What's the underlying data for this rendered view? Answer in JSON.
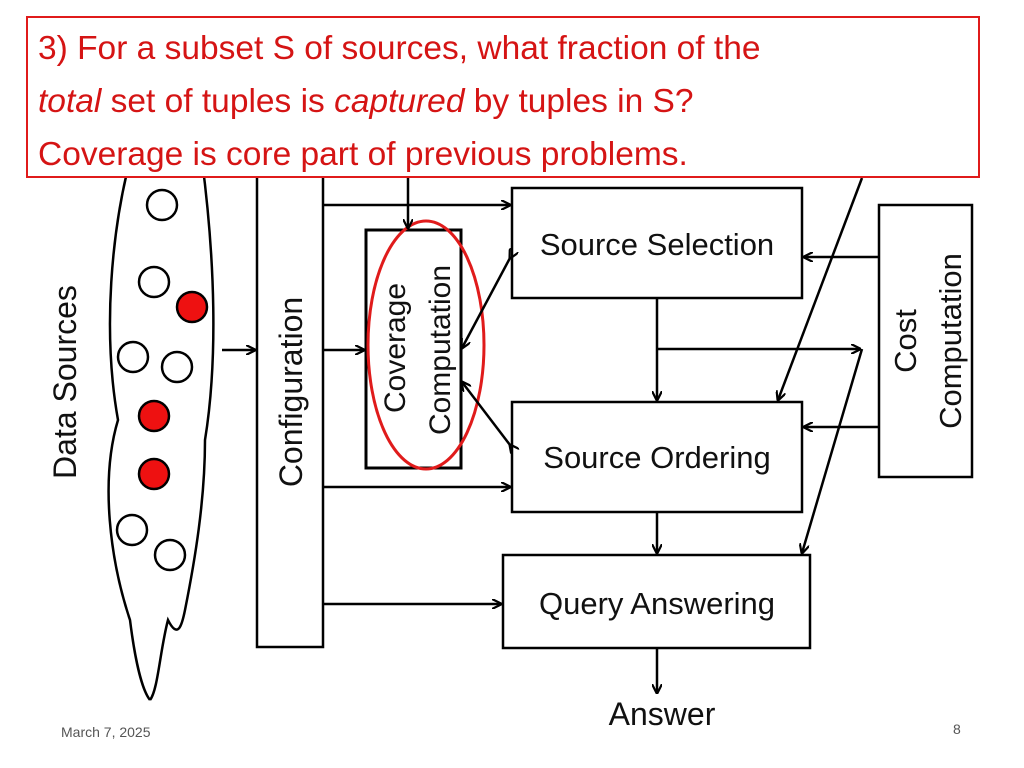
{
  "callout": {
    "line1": "3) For a subset S of sources, what fraction of the",
    "line2_italic1": "total",
    "line2_mid": " set of tuples is ",
    "line2_italic2": "captured",
    "line2_end": " by tuples in S?",
    "line3": "Coverage is core part of previous problems."
  },
  "diagram": {
    "data_sources_label": "Data Sources",
    "configuration_label": "Configuration",
    "coverage_line1": "Coverage",
    "coverage_line2": "Computation",
    "source_selection_label": "Source Selection",
    "source_ordering_label": "Source Ordering",
    "query_answering_label": "Query Answering",
    "cost_line1": "Cost",
    "cost_line2": "Computation",
    "answer_label": "Answer"
  },
  "footer": {
    "date": "March 7, 2025",
    "page": "8"
  },
  "colors": {
    "accent": "#e01b1b",
    "text": "#111111",
    "highlight_fill": "#ee1111"
  }
}
